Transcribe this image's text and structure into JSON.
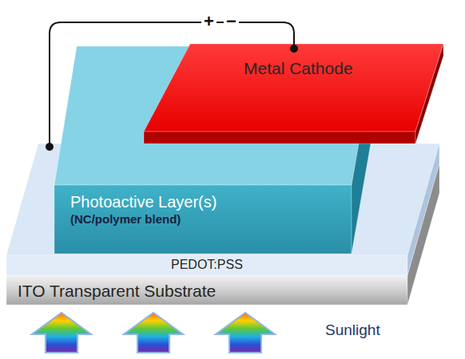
{
  "diagram": {
    "nodes": [
      {
        "text": [
          "Metal Cathode"
        ]
      },
      {
        "text": [
          "Photoactive Layer(s)",
          "(NC/polymer blend)"
        ]
      },
      {
        "text": [
          "PEDOT:PSS"
        ]
      },
      {
        "text": [
          "ITO Transparent Substrate"
        ]
      }
    ],
    "edges": [
      {
        "from": 2,
        "to": 0,
        "arrow": "none"
      }
    ],
    "labels": [
      "+",
      "−",
      "Sunlight"
    ]
  }
}
